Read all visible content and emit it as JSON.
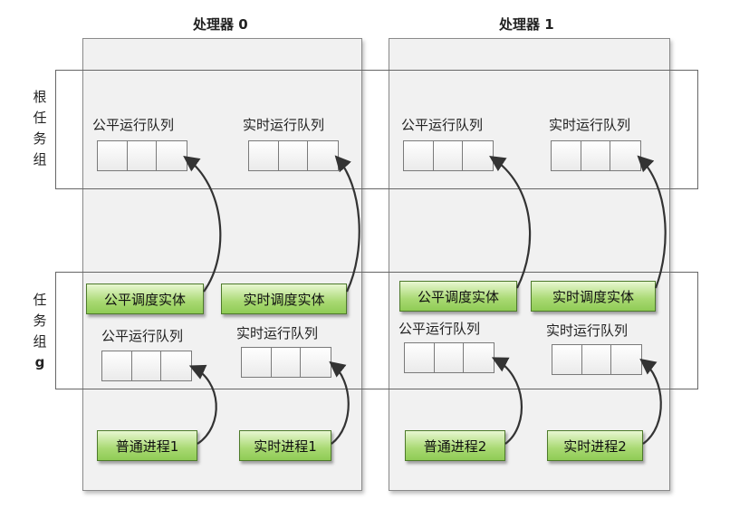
{
  "processors": [
    {
      "title": "处理器 0"
    },
    {
      "title": "处理器 1"
    }
  ],
  "bands": {
    "root_group": {
      "label": [
        "根",
        "任",
        "务",
        "组"
      ]
    },
    "task_group_g": {
      "label": [
        "任",
        "务",
        "组",
        "g"
      ]
    }
  },
  "queues": {
    "fair_rq": "公平运行队列",
    "rt_rq": "实时运行队列"
  },
  "entities": {
    "fair_se": "公平调度实体",
    "rt_se": "实时调度实体"
  },
  "tasks": {
    "p0_normal": "普通进程1",
    "p0_rt": "实时进程1",
    "p1_normal": "普通进程2",
    "p1_rt": "实时进程2"
  },
  "colors": {
    "column_fill": "#f1f1f1",
    "green_box": "#a8d972",
    "arrow": "#333333"
  }
}
